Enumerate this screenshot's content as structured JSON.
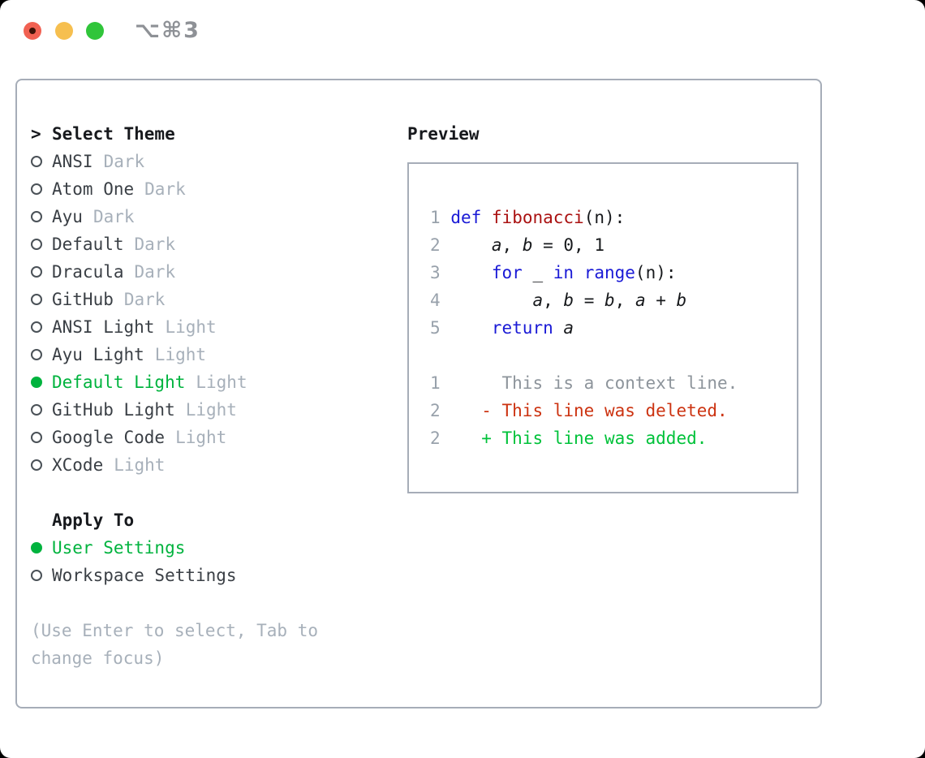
{
  "window": {
    "title_shortcut": "⌥⌘3",
    "traffic_lights": [
      {
        "name": "close",
        "has_unsaved_dot": true
      },
      {
        "name": "minimize",
        "has_unsaved_dot": false
      },
      {
        "name": "zoom",
        "has_unsaved_dot": false
      }
    ]
  },
  "theme_picker": {
    "prompt": ">",
    "header": "Select Theme",
    "items": [
      {
        "name": "ANSI",
        "variant": "Dark",
        "selected": false
      },
      {
        "name": "Atom One",
        "variant": "Dark",
        "selected": false
      },
      {
        "name": "Ayu",
        "variant": "Dark",
        "selected": false
      },
      {
        "name": "Default",
        "variant": "Dark",
        "selected": false
      },
      {
        "name": "Dracula",
        "variant": "Dark",
        "selected": false
      },
      {
        "name": "GitHub",
        "variant": "Dark",
        "selected": false
      },
      {
        "name": "ANSI Light",
        "variant": "Light",
        "selected": false
      },
      {
        "name": "Ayu Light",
        "variant": "Light",
        "selected": false
      },
      {
        "name": "Default Light",
        "variant": "Light",
        "selected": true
      },
      {
        "name": "GitHub Light",
        "variant": "Light",
        "selected": false
      },
      {
        "name": "Google Code",
        "variant": "Light",
        "selected": false
      },
      {
        "name": "XCode",
        "variant": "Light",
        "selected": false
      }
    ]
  },
  "apply_to": {
    "header": "Apply To",
    "options": [
      {
        "label": "User Settings",
        "selected": true
      },
      {
        "label": "Workspace Settings",
        "selected": false
      }
    ]
  },
  "help_text": "(Use Enter to select, Tab to change focus)",
  "preview": {
    "header": "Preview",
    "lines": [
      [
        {
          "t": "1",
          "c": "ln"
        },
        {
          "t": " ",
          "c": ""
        },
        {
          "t": "def",
          "c": "kw"
        },
        {
          "t": " ",
          "c": ""
        },
        {
          "t": "fibonacci",
          "c": "fn"
        },
        {
          "t": "(n):",
          "c": ""
        }
      ],
      [
        {
          "t": "2",
          "c": "ln"
        },
        {
          "t": "     ",
          "c": ""
        },
        {
          "t": "a",
          "c": "vr2"
        },
        {
          "t": ", ",
          "c": ""
        },
        {
          "t": "b",
          "c": "vr2"
        },
        {
          "t": " = 0, 1",
          "c": ""
        }
      ],
      [
        {
          "t": "3",
          "c": "ln"
        },
        {
          "t": "     ",
          "c": ""
        },
        {
          "t": "for",
          "c": "kw"
        },
        {
          "t": " _ ",
          "c": ""
        },
        {
          "t": "in",
          "c": "kw"
        },
        {
          "t": " ",
          "c": ""
        },
        {
          "t": "range",
          "c": "kw"
        },
        {
          "t": "(n):",
          "c": ""
        }
      ],
      [
        {
          "t": "4",
          "c": "ln"
        },
        {
          "t": "         ",
          "c": ""
        },
        {
          "t": "a",
          "c": "vr2"
        },
        {
          "t": ", ",
          "c": ""
        },
        {
          "t": "b",
          "c": "vr2"
        },
        {
          "t": " = ",
          "c": ""
        },
        {
          "t": "b",
          "c": "vr2"
        },
        {
          "t": ", ",
          "c": ""
        },
        {
          "t": "a",
          "c": "vr2"
        },
        {
          "t": " + ",
          "c": ""
        },
        {
          "t": "b",
          "c": "vr2"
        }
      ],
      [
        {
          "t": "5",
          "c": "ln"
        },
        {
          "t": "     ",
          "c": ""
        },
        {
          "t": "return",
          "c": "kw"
        },
        {
          "t": " ",
          "c": ""
        },
        {
          "t": "a",
          "c": "vr2"
        }
      ],
      [],
      [
        {
          "t": "1",
          "c": "ln"
        },
        {
          "t": "      ",
          "c": ""
        },
        {
          "t": "This is a context line.",
          "c": "ctx"
        }
      ],
      [
        {
          "t": "2",
          "c": "ln"
        },
        {
          "t": "    ",
          "c": ""
        },
        {
          "t": "- This line was deleted.",
          "c": "del"
        }
      ],
      [
        {
          "t": "2",
          "c": "ln"
        },
        {
          "t": "    ",
          "c": ""
        },
        {
          "t": "+ This line was added.",
          "c": "add"
        }
      ]
    ]
  },
  "colors": {
    "traffic_red": "#f16152",
    "traffic_red_dot": "#3f1207",
    "traffic_yellow": "#f6bf4f",
    "traffic_green": "#30c53a",
    "title_gray": "#8e9196",
    "border_gray": "#a6adb8",
    "header_text": "#17191d",
    "item_text": "#3a3f45",
    "radio_outline": "#4a5157",
    "muted_gray": "#a7b0ba",
    "accent_green": "#00b33e",
    "code_text": "#17191c",
    "linenum_gray": "#98a1ab",
    "keyword_blue": "#1a1ad6",
    "function_red": "#aa1111",
    "context_gray": "#8d949b",
    "deleted_red": "#cc3311",
    "added_green": "#00c23a"
  }
}
